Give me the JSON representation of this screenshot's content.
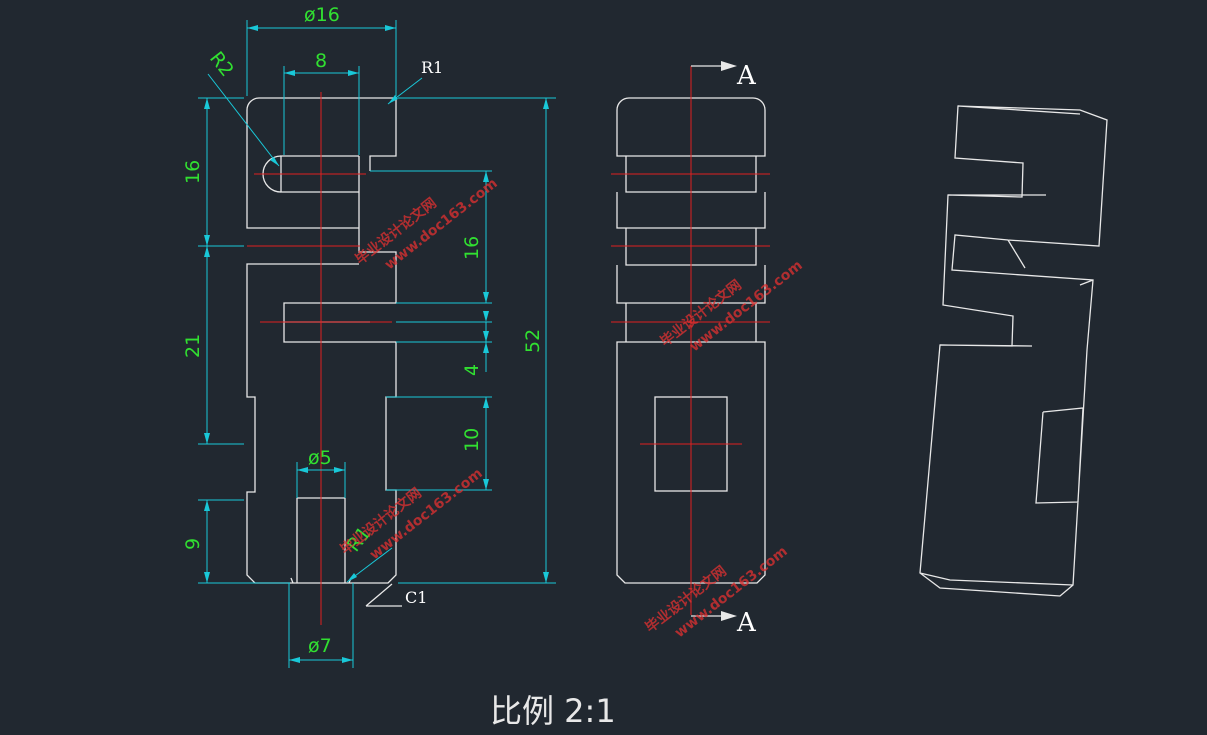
{
  "dimensions": {
    "dia16": "ø16",
    "w8": "8",
    "r2": "R2",
    "r1": "R1",
    "h16a": "16",
    "h16b": "16",
    "h21": "21",
    "h52": "52",
    "h4": "4",
    "h10": "10",
    "dia5": "ø5",
    "h9": "9",
    "r1b": "R1",
    "c1": "C1",
    "dia7": "ø7"
  },
  "section_labels": {
    "top": "A",
    "bottom": "A"
  },
  "scale_label": "比例 2:1",
  "watermark": {
    "cn": "毕业设计论文网",
    "url": "www.doc163.com"
  },
  "colors": {
    "background": "#212830",
    "outline": "#e8e8e8",
    "centerline": "#e02020",
    "dimension_line": "#19c8d8",
    "dimension_text": "#31e031"
  }
}
